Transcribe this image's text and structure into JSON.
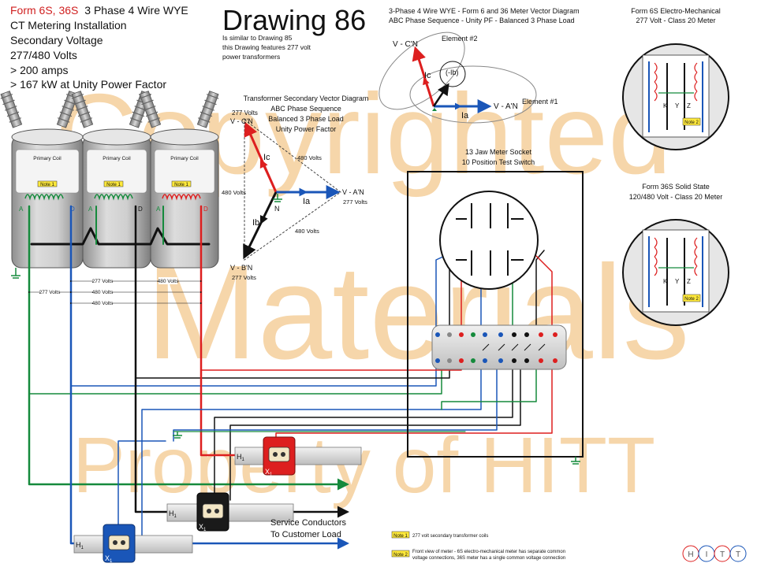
{
  "header": {
    "form_code": "Form 6S, 36S",
    "form_title": "3 Phase 4 Wire WYE",
    "lines": [
      "CT Metering Installation",
      "Secondary Voltage",
      "277/480 Volts",
      "> 200 amps",
      "> 167 kW at Unity Power Factor"
    ]
  },
  "drawing": {
    "title": "Drawing 86",
    "subtitle": [
      "Is similar to Drawing 85",
      "this Drawing features 277 volt",
      "power transformers"
    ]
  },
  "transformer_vector": {
    "title": [
      "Transformer Secondary Vector Diagram",
      "ABC Phase Sequence",
      "Balanced 3 Phase Load",
      "Unity Power Factor"
    ],
    "vc_volts": "277 Volts",
    "vc_label": "V - C'N",
    "va_label": "V - A'N",
    "va_volts": "277 Volts",
    "vb_label": "V - B'N",
    "vb_volts": "277 Volts",
    "ic": "Ic",
    "ia": "Ia",
    "ib": "Ib",
    "n": "N",
    "ll_top": "480 Volts",
    "ll_left": "480 Volts",
    "ll_bottom": "480 Volts"
  },
  "meter_vector": {
    "title": [
      "3-Phase 4 Wire WYE - Form 6 and 36 Meter Vector Diagram",
      "ABC Phase Sequence - Unity PF - Balanced 3 Phase Load"
    ],
    "vc": "V - C'N",
    "ic": "Ic",
    "neg_ib": "(-Ib)",
    "ia": "Ia",
    "va": "V - A'N",
    "element2": "Element #2",
    "element1": "Element #1"
  },
  "socket": {
    "title": [
      "13 Jaw Meter Socket",
      "10 Position Test Switch"
    ]
  },
  "meter_6s": {
    "title": [
      "Form 6S Electro-Mechanical",
      "277 Volt - Class 20 Meter"
    ],
    "k": "K",
    "y": "Y",
    "z": "Z",
    "note": "Note 2"
  },
  "meter_36s": {
    "title": [
      "Form 36S Solid State",
      "120/480 Volt - Class 20 Meter"
    ],
    "k": "K",
    "y": "Y",
    "z": "Z",
    "note": "Note 2"
  },
  "transformers": {
    "coil_label": "Primary Coil",
    "note": "Note 1",
    "a": "A",
    "d": "D"
  },
  "voltage_labels": {
    "r1": "277 Volts",
    "r2": "480 Volts",
    "left": "277 Volts",
    "r3": "480 Volts",
    "r4": "480 Volts"
  },
  "ct": {
    "h": "H",
    "h_sub": "1",
    "x": "X",
    "x_sub": "1"
  },
  "service": {
    "line1": "Service Conductors",
    "line2": "To Customer Load"
  },
  "notes": [
    {
      "tag": "Note 1",
      "text": [
        "277 volt secondary transformer coils"
      ]
    },
    {
      "tag": "Note 2",
      "text": [
        "Front view of meter - 6S electro-mechanical meter has separate common",
        "voltage connections, 36S meter has a single common voltage connection"
      ]
    }
  ],
  "watermark": {
    "line1": "Copyrighted",
    "line2": "Materials",
    "line3": "Property of HITT"
  },
  "logo": {
    "letters": [
      "H",
      "I",
      "T",
      "T"
    ]
  },
  "colors": {
    "phase_a": "#1a56b8",
    "phase_b": "#111111",
    "phase_c": "#dd1f1f",
    "neutral": "#158a3c",
    "title_red": "#d02020",
    "watermark": "#f3c98e",
    "note_fill": "#ffe93b"
  }
}
